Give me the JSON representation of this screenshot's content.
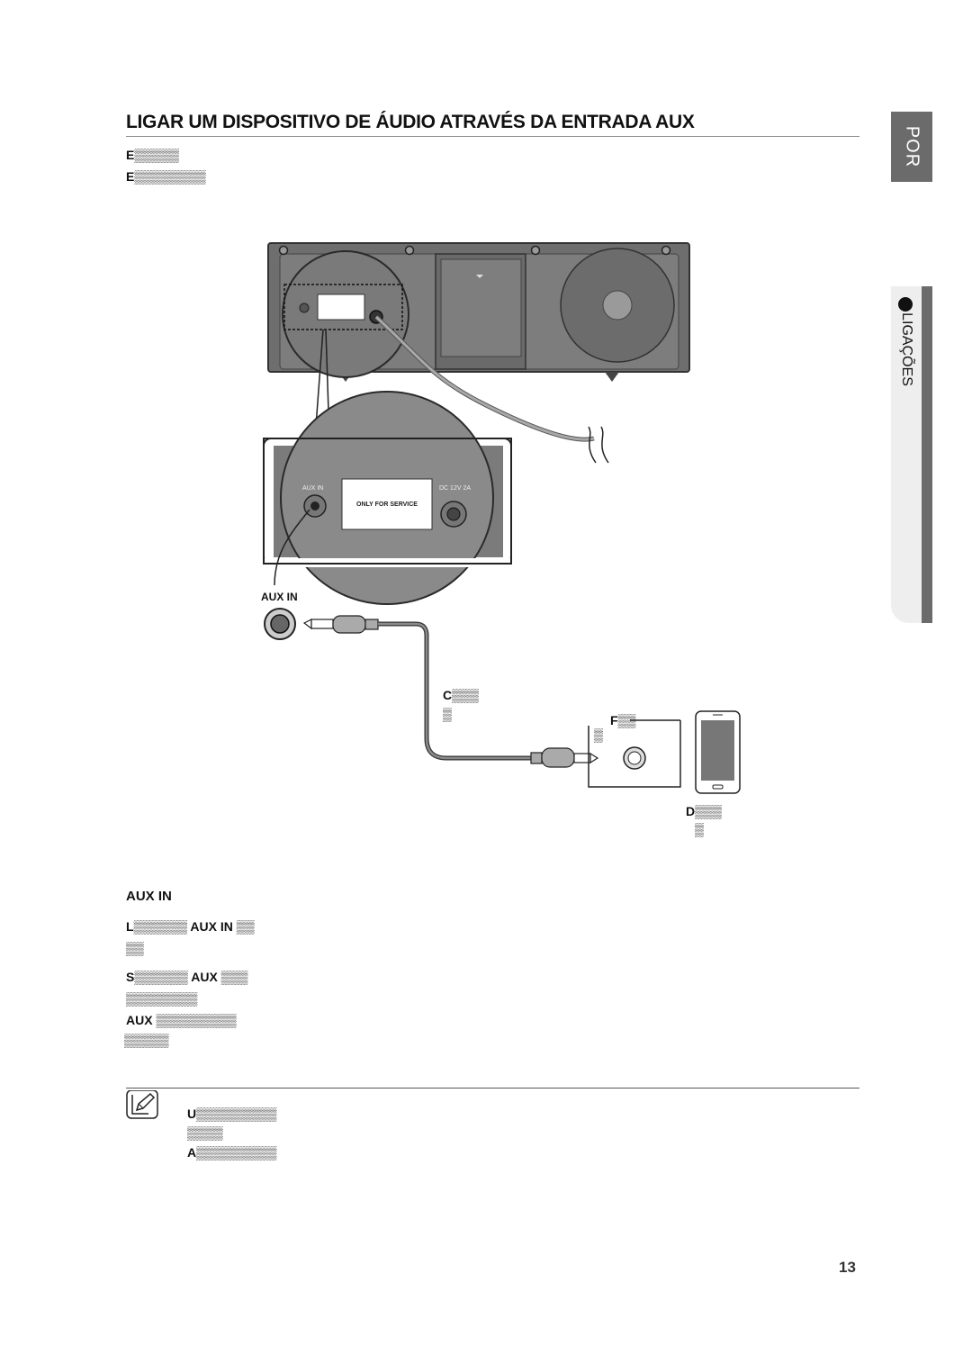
{
  "header": {
    "title": "LIGAR UM DISPOSITIVO DE ÁUDIO ATRAVÉS DA ENTRADA AUX",
    "intro_lines": [
      "E▒▒▒▒▒",
      "E▒▒▒▒▒▒▒▒"
    ]
  },
  "side_tabs": {
    "language": "POR",
    "section": "LIGAÇÕES"
  },
  "diagram": {
    "panel_aux_label": "AUX IN",
    "panel_service_label": "ONLY FOR SERVICE",
    "panel_dc_label": "DC 12V 2A",
    "jack_label": "AUX IN",
    "cable_label_lines": [
      "C▒▒▒",
      "▒"
    ],
    "device_jack_label_lines": [
      "F▒▒",
      "▒"
    ],
    "device_label_lines": [
      "D▒▒▒",
      "▒"
    ]
  },
  "steps": {
    "heading": "AUX IN",
    "step1_lines": [
      "L▒▒▒▒▒▒ AUX IN ▒▒",
      "▒▒"
    ],
    "step2_lines": [
      "S▒▒▒▒▒▒ AUX ▒▒▒",
      "▒▒▒▒▒▒▒▒"
    ],
    "step3_lines": [
      "AUX ▒▒▒▒▒▒▒▒▒",
      "▒▒▒▒▒"
    ]
  },
  "note": {
    "icon": "note-pencil-icon",
    "lines": [
      "U▒▒▒▒▒▒▒▒▒",
      "▒▒▒▒",
      "A▒▒▒▒▒▒▒▒▒"
    ]
  },
  "footer": {
    "page_number": "13"
  }
}
